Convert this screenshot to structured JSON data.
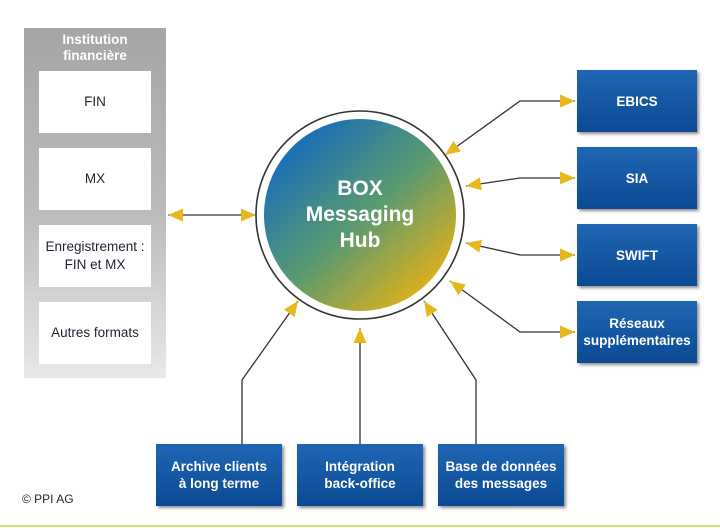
{
  "institution": {
    "title_line1": "Institution",
    "title_line2": "financière",
    "items": [
      {
        "line1": "FIN",
        "line2": ""
      },
      {
        "line1": "MX",
        "line2": ""
      },
      {
        "line1": "Enregistrement :",
        "line2": "FIN et MX"
      },
      {
        "line1": "Autres formats",
        "line2": ""
      }
    ]
  },
  "hub": {
    "line1": "BOX",
    "line2": "Messaging",
    "line3": "Hub"
  },
  "networks": [
    {
      "line1": "EBICS",
      "line2": ""
    },
    {
      "line1": "SIA",
      "line2": ""
    },
    {
      "line1": "SWIFT",
      "line2": ""
    },
    {
      "line1": "Réseaux",
      "line2": "supplémentaires"
    }
  ],
  "bottom": [
    {
      "line1": "Archive clients",
      "line2": "à long terme"
    },
    {
      "line1": "Intégration",
      "line2": "back-office"
    },
    {
      "line1": "Base de données",
      "line2": "des messages"
    }
  ],
  "copyright": "© PPI AG",
  "colors": {
    "box_blue": "#1a5fa8",
    "arrow_gold": "#e6b81d",
    "line": "#333333",
    "hub_gradient_start": "#1b70b6",
    "hub_gradient_mid": "#5a9a70",
    "hub_gradient_end": "#e0b11a",
    "panel_gray": "#b3b3b3"
  }
}
